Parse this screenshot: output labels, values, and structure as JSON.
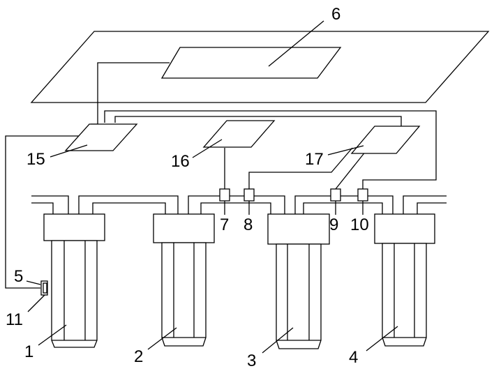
{
  "labels": {
    "n1": "1",
    "n2": "2",
    "n3": "3",
    "n4": "4",
    "n5": "5",
    "n6": "6",
    "n7": "7",
    "n8": "8",
    "n9": "9",
    "n10": "10",
    "n11": "11",
    "n15": "15",
    "n16": "16",
    "n17": "17"
  }
}
